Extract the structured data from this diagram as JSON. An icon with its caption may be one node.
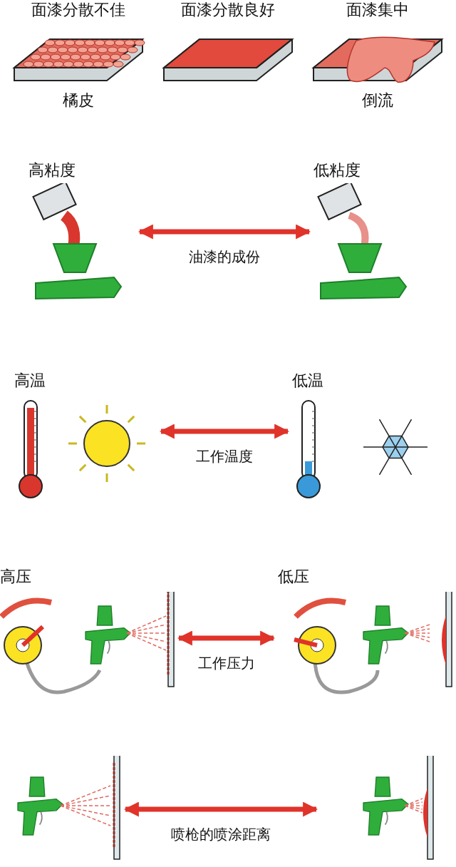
{
  "diagram": {
    "nodes": [
      {
        "text": [
          "面漆分散不佳",
          "橘皮"
        ]
      },
      {
        "text": [
          "面漆分散良好"
        ]
      },
      {
        "text": [
          "面漆集中",
          "倒流"
        ]
      },
      {
        "text": [
          "高粘度"
        ]
      },
      {
        "text": [
          "低粘度"
        ]
      },
      {
        "text": [
          "高温"
        ]
      },
      {
        "text": [
          "低温"
        ]
      },
      {
        "text": [
          "高压"
        ]
      },
      {
        "text": [
          "低压"
        ]
      },
      {
        "text": [],
        "shape": "picture"
      },
      {
        "text": [],
        "shape": "picture"
      }
    ],
    "edges": [
      {
        "from": 3,
        "to": 4,
        "arrow": "both",
        "label": "油漆的成份"
      },
      {
        "from": 5,
        "to": 6,
        "arrow": "both",
        "label": "工作温度"
      },
      {
        "from": 7,
        "to": 8,
        "arrow": "both",
        "label": "工作压力"
      },
      {
        "from": 9,
        "to": 10,
        "arrow": "both",
        "label": "喷枪的喷涂距离"
      }
    ]
  }
}
